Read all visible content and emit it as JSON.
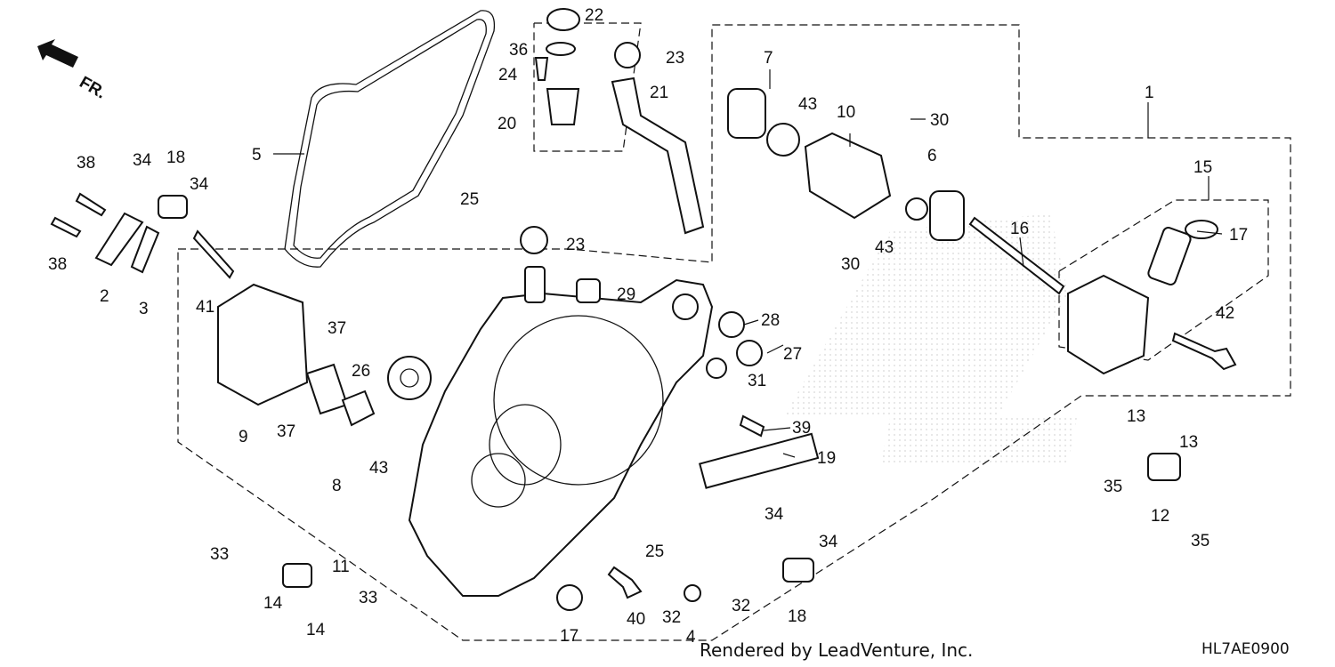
{
  "direction_indicator": {
    "label": "FR."
  },
  "callouts": [
    "1",
    "2",
    "3",
    "4",
    "5",
    "6",
    "7",
    "8",
    "9",
    "10",
    "11",
    "12",
    "13",
    "14",
    "15",
    "16",
    "17",
    "18",
    "19",
    "20",
    "21",
    "22",
    "23",
    "24",
    "25",
    "26",
    "27",
    "28",
    "29",
    "30",
    "31",
    "32",
    "33",
    "34",
    "35",
    "36",
    "37",
    "38",
    "39",
    "40",
    "41",
    "42",
    "43"
  ],
  "credit": "Rendered by LeadVenture, Inc.",
  "diagram_code": "HL7AE0900"
}
